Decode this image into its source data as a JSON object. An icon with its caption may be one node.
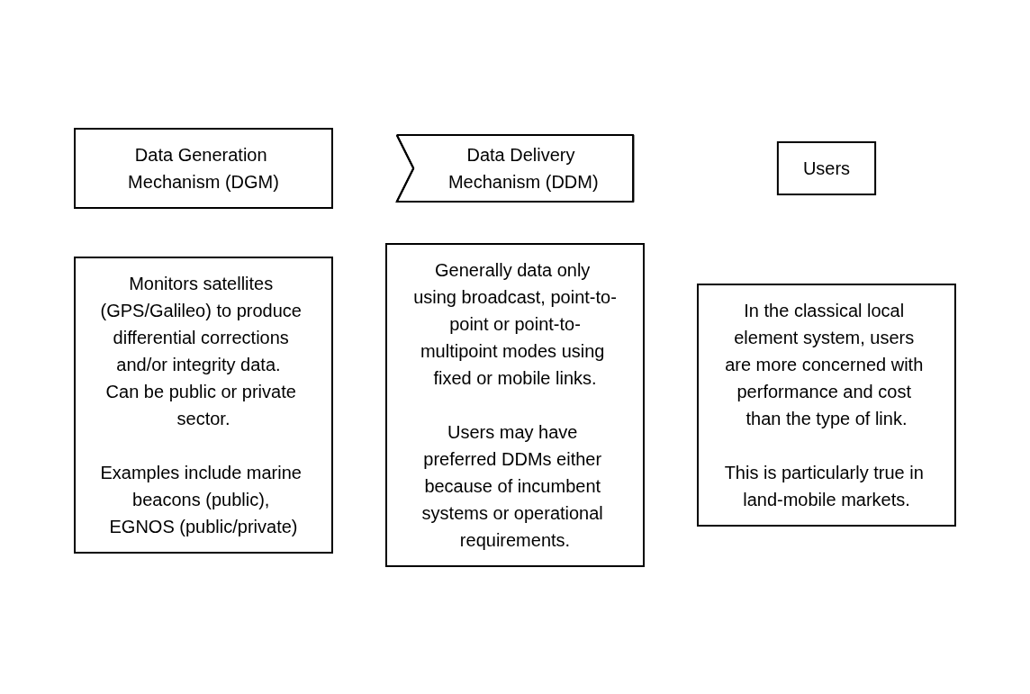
{
  "diagram": {
    "nodes": [
      {
        "text": [
          "Data Generation Mechanism (DGM)"
        ]
      },
      {
        "text": [
          "Data Delivery Mechanism (DDM)"
        ]
      },
      {
        "text": [
          "Users"
        ]
      },
      {
        "text": [
          "Monitors satellites (GPS/Galileo) to produce differential corrections and/or integrity data.  Can be public or private sector.",
          "Examples include marine beacons (public), EGNOS (public/private)"
        ]
      },
      {
        "text": [
          "Generally data only using broadcast, point-to-point or point-to-multipoint modes using fixed or mobile links.",
          "Users may have preferred DDMs either because of incumbent systems or operational requirements."
        ]
      },
      {
        "text": [
          "In the classical local element system, users are more concerned with performance and cost than the type of link.",
          "This is particularly true in land-mobile markets."
        ]
      }
    ]
  }
}
